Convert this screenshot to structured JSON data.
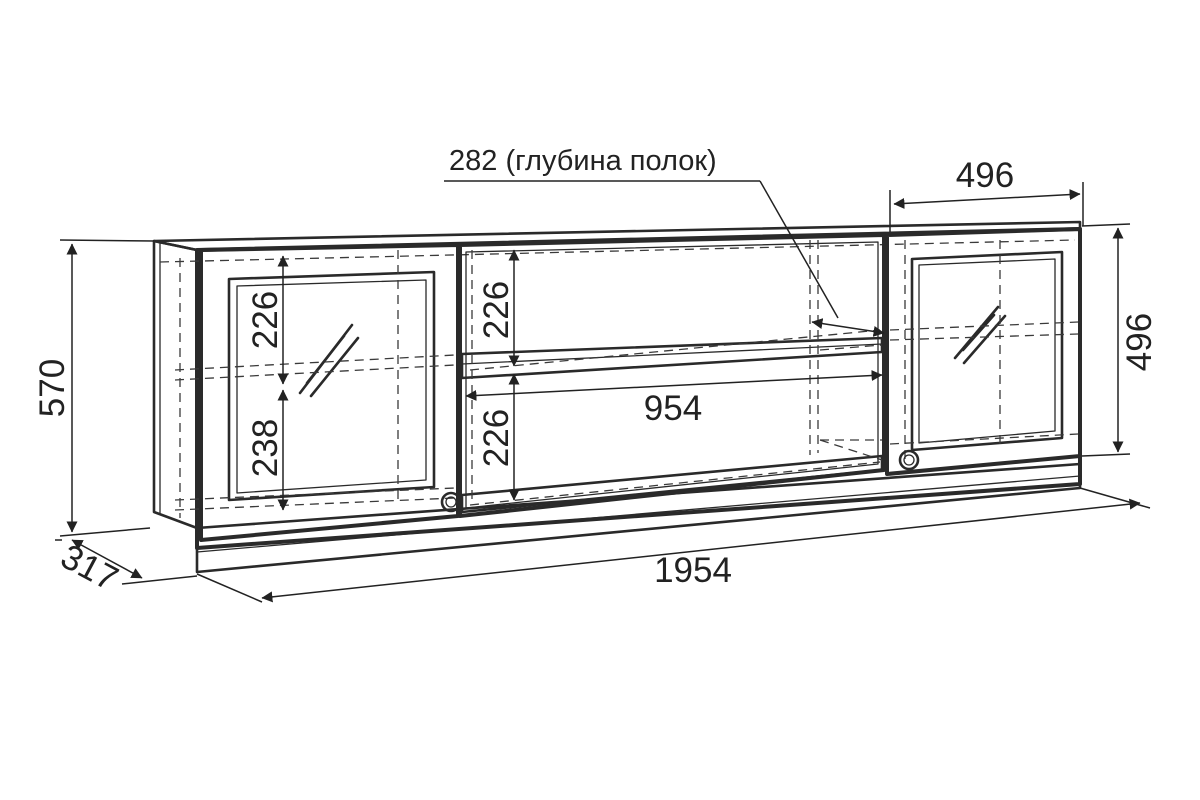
{
  "dimensions": {
    "shelf_depth_note": "282 (глубина полок)",
    "door_width": "496",
    "door_height": "496",
    "total_height": "570",
    "depth": "317",
    "total_width": "1954",
    "open_section_width": "954",
    "open_upper_height": "226",
    "open_lower_height": "226",
    "left_upper_height": "226",
    "left_lower_height": "238"
  },
  "colors": {
    "line": "#2a2a2a",
    "background": "#ffffff"
  }
}
